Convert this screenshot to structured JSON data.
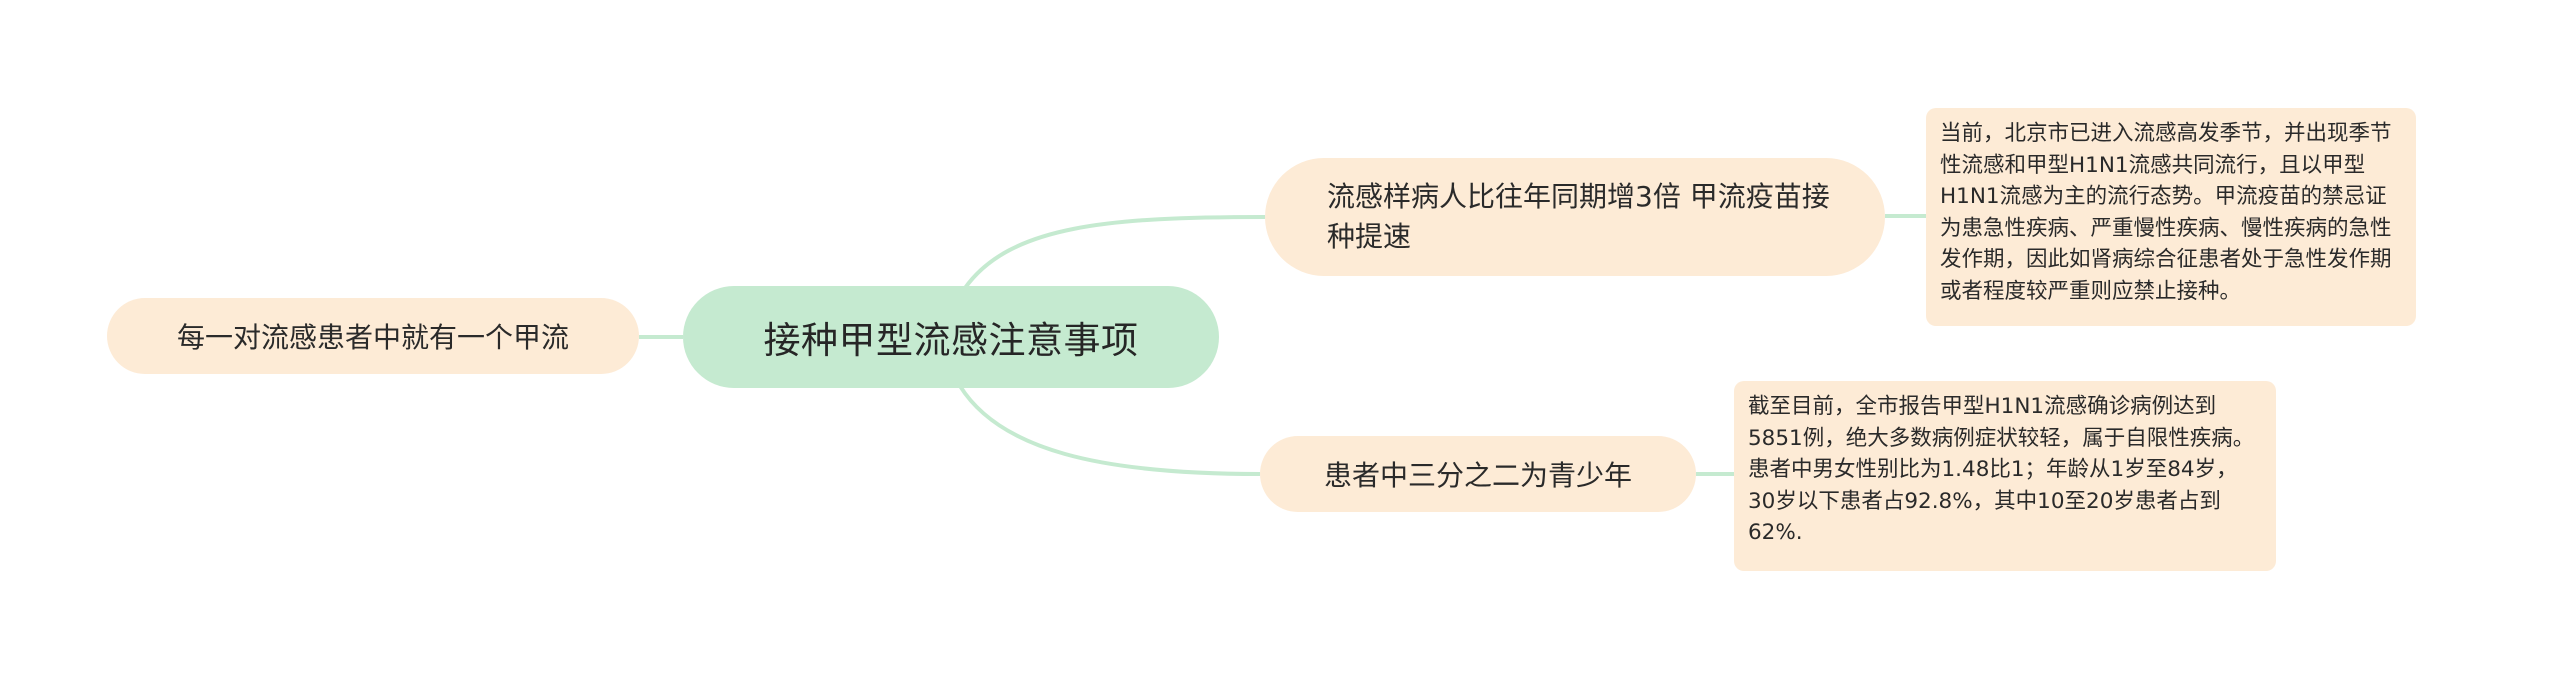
{
  "mindmap": {
    "root": {
      "label": "接种甲型流感注意事项"
    },
    "left_branch": {
      "label": "每一对流感患者中就有一个甲流"
    },
    "right_branches": [
      {
        "label": "流感样病人比往年同期增3倍 甲流疫苗接种提速",
        "note": "当前，北京市已进入流感高发季节，并出现季节性流感和甲型H1N1流感共同流行，且以甲型H1N1流感为主的流行态势。甲流疫苗的禁忌证为患急性疾病、严重慢性疾病、慢性疾病的急性发作期，因此如肾病综合征患者处于急性发作期或者程度较严重则应禁止接种。"
      },
      {
        "label": "患者中三分之二为青少年",
        "note": "截至目前，全市报告甲型H1N1流感确诊病例达到5851例，绝大多数病例症状较轻，属于自限性疾病。患者中男女性别比为1.48比1；年龄从1岁至84岁，30岁以下患者占92.8%，其中10至20岁患者占到62%."
      }
    ]
  },
  "colors": {
    "root_fill": "#c5ead0",
    "branch_fill": "#fdebd6",
    "connector": "#c5ead0",
    "text": "#2a2a2a",
    "background": "#ffffff"
  }
}
